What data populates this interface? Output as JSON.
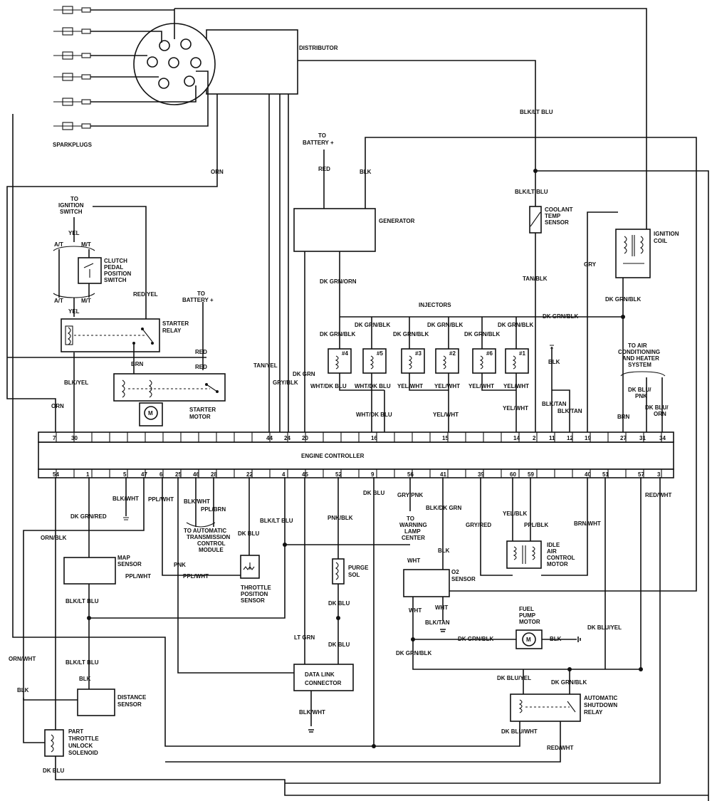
{
  "components": {
    "distributor": "DISTRIBUTOR",
    "sparkplugs": "SPARKPLUGS",
    "to_ignition_switch": [
      "TO",
      "IGNITION",
      "SWITCH"
    ],
    "clutch_switch": [
      "CLUTCH",
      "PEDAL",
      "POSITION",
      "SWITCH"
    ],
    "starter_relay": [
      "STARTER",
      "RELAY"
    ],
    "starter_motor": [
      "STARTER",
      "MOTOR"
    ],
    "to_battery_1": [
      "TO",
      "BATTERY +"
    ],
    "to_battery_2": [
      "TO",
      "BATTERY +"
    ],
    "generator": "GENERATOR",
    "injectors": "INJECTORS",
    "coolant_sensor": [
      "COOLANT",
      "TEMP",
      "SENSOR"
    ],
    "ignition_coil": [
      "IGNITION",
      "COIL"
    ],
    "to_air_cond": [
      "TO  AIR",
      "CONDITIONING",
      "AND HEATER",
      "SYSTEM"
    ],
    "engine_controller": "ENGINE CONTROLLER",
    "to_auto_trans": [
      "TO AUTOMATIC",
      "TRANSMISSION",
      "CONTROL",
      "MODULE"
    ],
    "to_warning_lamp": [
      "TO",
      "WARNING",
      "LAMP",
      "CENTER"
    ],
    "map_sensor": [
      "MAP",
      "SENSOR"
    ],
    "throttle_sensor": [
      "THROTTLE",
      "POSITION",
      "SENSOR"
    ],
    "purge_sol": [
      "PURGE",
      "SOL"
    ],
    "o2_sensor": [
      "O2",
      "SENSOR"
    ],
    "idle_air": [
      "IDLE",
      "AIR",
      "CONTROL",
      "MOTOR"
    ],
    "fuel_pump": [
      "FUEL",
      "PUMP",
      "MOTOR"
    ],
    "distance_sensor": [
      "DISTANCE",
      "SENSOR"
    ],
    "data_link": [
      "DATA LINK",
      "CONNECTOR"
    ],
    "asd_relay": [
      "AUTOMATIC",
      "SHUTDOWN",
      "RELAY"
    ],
    "ptu_solenoid": [
      "PART",
      "THROTTLE",
      "UNLOCK",
      "SOLENOID"
    ],
    "injector_numbers": [
      "#4",
      "#5",
      "#3",
      "#2",
      "#6",
      "#1"
    ],
    "at": "A/T",
    "mt": "M/T",
    "motor_symbol": "M"
  },
  "pins_top": [
    "7",
    "30",
    "44",
    "24",
    "20",
    "16",
    "15",
    "14",
    "2",
    "11",
    "12",
    "19",
    "27",
    "31",
    "34"
  ],
  "pins_bottom": [
    "54",
    "1",
    "5",
    "47",
    "6",
    "25",
    "46",
    "28",
    "22",
    "4",
    "45",
    "52",
    "9",
    "56",
    "41",
    "39",
    "60",
    "59",
    "40",
    "51",
    "57",
    "3"
  ],
  "wire_labels": {
    "orn": "ORN",
    "tan_yel": "TAN/YEL",
    "gry_blk": "GRY/BLK",
    "dk_grn": "DK GRN",
    "red": "RED",
    "blk": "BLK",
    "blk_lt_blu": "BLK/LT BLU",
    "tan_blk": "TAN/BLK",
    "gry": "GRY",
    "yel": "YEL",
    "red_yel": "RED/YEL",
    "brn": "BRN",
    "blk_yel": "BLK/YEL",
    "dk_grn_orn": "DK GRN/ORN",
    "dk_grn_blk": "DK GRN/BLK",
    "wht_dk_blu": "WHT/DK BLU",
    "yel_wht": "YEL/WHT",
    "blk_tan": "BLK/TAN",
    "dk_blu_pnk": "DK BLU/\nPNK",
    "dk_blu_orn": "DK BLU/\nORN",
    "blk_wht": "BLK/WHT",
    "ppl_wht": "PPL/WHT",
    "ppl_brn": "PPL/BRN",
    "dk_grn_red": "DK GRN/RED",
    "orn_blk": "ORN/BLK",
    "pnk": "PNK",
    "dk_blu": "DK BLU",
    "pnk_blk": "PNK/BLK",
    "gry_pnk": "GRY/PNK",
    "blk_dk_grn": "BLK/DK GRN",
    "wht": "WHT",
    "gry_red": "GRY/RED",
    "yel_blk": "YEL/BLK",
    "ppl_blk": "PPL/BLK",
    "brn_wht": "BRN/WHT",
    "red_wht": "RED/WHT",
    "lt_grn": "LT GRN",
    "dk_blu_yel": "DK BLU/YEL",
    "dk_blu_wht": "DK BLU/WHT",
    "orn_wht": "ORN/WHT"
  }
}
